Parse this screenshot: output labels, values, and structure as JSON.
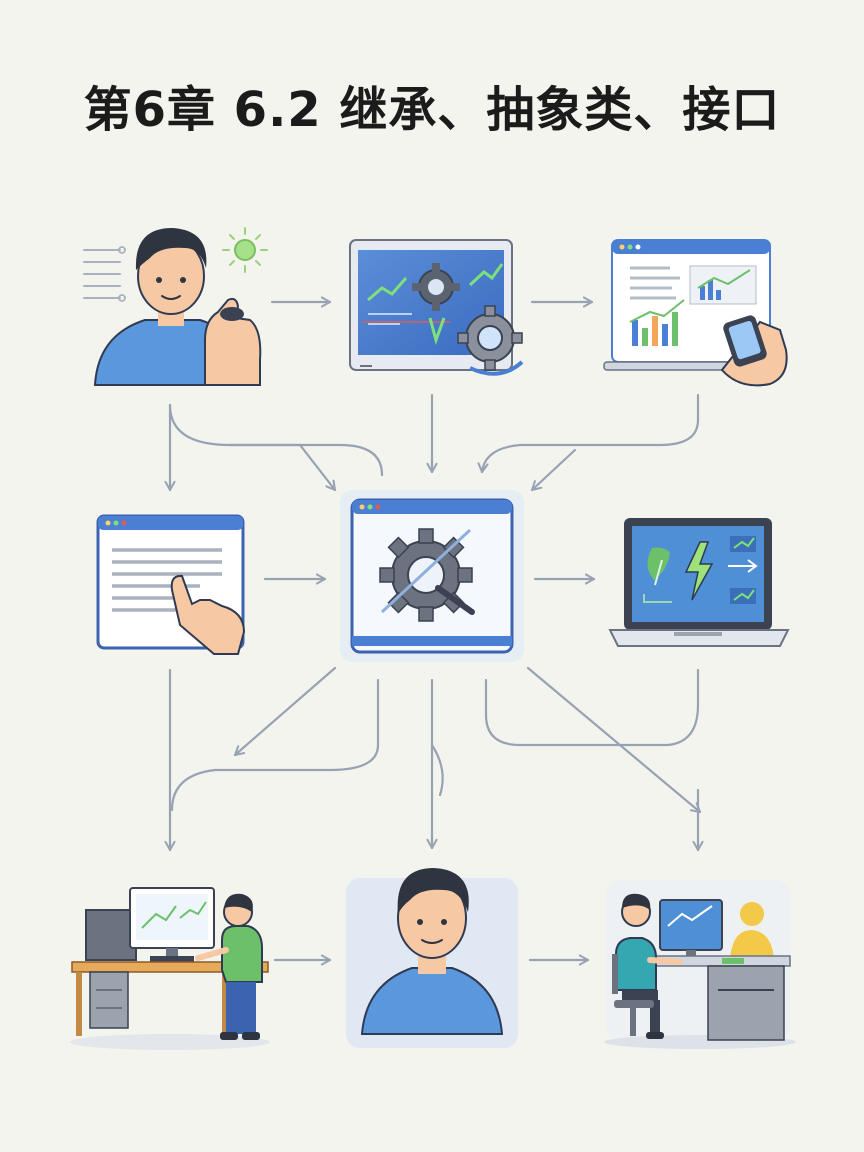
{
  "title": "第6章 6.2 继承、抽象类、接口",
  "colors": {
    "background": "#f3f4ee",
    "arrow": "#98a2b3",
    "blue": "#4a7fd4",
    "shirt": "#5a97dd",
    "green": "#6cc06a",
    "gear": "#6b7280",
    "skin": "#f6c9a4",
    "hair": "#2e3440"
  },
  "nodes": [
    {
      "name": "waving-person-icon",
      "row": 1,
      "col": 1
    },
    {
      "name": "gear-monitor-icon",
      "row": 1,
      "col": 2
    },
    {
      "name": "dashboard-phone-icon",
      "row": 1,
      "col": 3
    },
    {
      "name": "document-touch-icon",
      "row": 2,
      "col": 1
    },
    {
      "name": "settings-window-icon",
      "row": 2,
      "col": 2
    },
    {
      "name": "energy-laptop-icon",
      "row": 2,
      "col": 3
    },
    {
      "name": "developer-desk-icon",
      "row": 3,
      "col": 1
    },
    {
      "name": "user-avatar-icon",
      "row": 3,
      "col": 2
    },
    {
      "name": "office-workers-icon",
      "row": 3,
      "col": 3
    }
  ]
}
